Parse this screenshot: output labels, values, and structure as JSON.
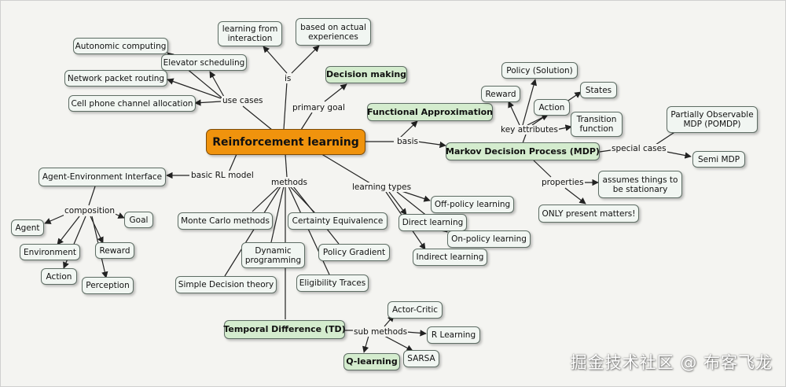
{
  "nodes": {
    "reinforcement_learning": "Reinforcement learning",
    "learning_from_interaction": "learning from interaction",
    "based_on_actual_experiences": "based on actual experiences",
    "autonomic_computing": "Autonomic computing",
    "elevator_scheduling": "Elevator scheduling",
    "network_packet_routing": "Network packet routing",
    "cell_phone_channel_allocation": "Cell phone channel allocation",
    "decision_making": "Decision making",
    "functional_approximation": "Functional Approximation",
    "policy_solution": "Policy (Solution)",
    "reward_mdp": "Reward",
    "action_mdp": "Action",
    "states": "States",
    "transition_function": "Transition function",
    "mdp": "Markov Decision Process (MDP)",
    "pomdp": "Partially Observable MDP (POMDP)",
    "semi_mdp": "Semi MDP",
    "assumes_stationary": "assumes things to be stationary",
    "only_present": "ONLY present matters!",
    "agent_environment_interface": "Agent-Environment Interface",
    "agent": "Agent",
    "goal": "Goal",
    "environment": "Environment",
    "reward_comp": "Reward",
    "action_comp": "Action",
    "perception": "Perception",
    "monte_carlo": "Monte Carlo methods",
    "certainty_equivalence": "Certainty Equivalence",
    "dynamic_programming": "Dynamic programming",
    "policy_gradient": "Policy Gradient",
    "simple_decision_theory": "Simple Decision theory",
    "eligibility_traces": "Eligibility Traces",
    "off_policy": "Off-policy learning",
    "direct_learning": "Direct learning",
    "on_policy": "On-policy learning",
    "indirect_learning": "Indirect learning",
    "temporal_difference": "Temporal Difference (TD)",
    "actor_critic": "Actor-Critic",
    "r_learning": "R Learning",
    "q_learning": "Q-learning",
    "sarsa": "SARSA"
  },
  "links": {
    "is": "is",
    "use_cases": "use cases",
    "primary_goal": "primary goal",
    "basis_fa": "basis",
    "basis_mdp": "basis",
    "key_attributes": "key attributes",
    "special_cases": "special cases",
    "properties": "properties",
    "basic_rl_model": "basic RL model",
    "composition": "composition",
    "methods": "methods",
    "learning_types": "learning types",
    "sub_methods": "sub methods"
  },
  "colors": {
    "root_fill": "#f0930d",
    "highlight_fill": "#d4ecce",
    "node_fill": "#f1f6f2",
    "background": "#f4f4f1",
    "line": "#222222"
  },
  "watermark": "掘金技术社区 @ 布客飞龙"
}
